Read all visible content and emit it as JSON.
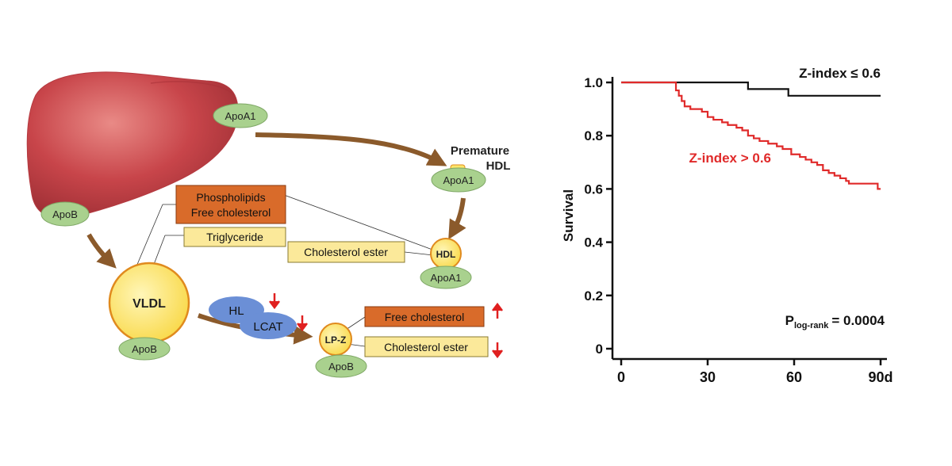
{
  "diagram": {
    "liver": {
      "apoa1_label": "ApoA1",
      "apob_label": "ApoB"
    },
    "premature_hdl": {
      "label_line1": "Premature",
      "label_line2": "HDL",
      "apo_label": "ApoA1"
    },
    "boxes": {
      "phospholipids": "Phospholipids",
      "free_cholesterol_1": "Free cholesterol",
      "triglyceride": "Triglyceride",
      "cholesterol_ester_1": "Cholesterol ester",
      "free_cholesterol_2": "Free cholesterol",
      "cholesterol_ester_2": "Cholesterol ester"
    },
    "hdl": {
      "label": "HDL",
      "apo_label": "ApoA1"
    },
    "vldl": {
      "label": "VLDL",
      "apo_label": "ApoB"
    },
    "enzymes": {
      "hl": "HL",
      "lcat": "LCAT"
    },
    "lpz": {
      "label": "LP-Z",
      "apo_label": "ApoB"
    },
    "colors": {
      "liver": "#c8454a",
      "arrow": "#8b5a2b",
      "apo": "#a9d18e",
      "particle": "#fde66b",
      "particle_border": "#e08a1e",
      "orange_box": "#d96b2a",
      "yellow_box": "#fbe99a",
      "enzyme": "#6b8fd6",
      "red_arrow": "#e02020"
    }
  },
  "chart_data": {
    "type": "line",
    "ylabel": "Survival",
    "xlabel": "",
    "xlim": [
      0,
      90
    ],
    "ylim": [
      0,
      1.0
    ],
    "x_ticks": [
      "0",
      "30",
      "60",
      "90d"
    ],
    "y_ticks": [
      "0",
      "0.2",
      "0.4",
      "0.6",
      "0.8",
      "1.0"
    ],
    "series": [
      {
        "name": "Z-index ≤ 0.6",
        "color": "#111111",
        "x": [
          0,
          44,
          44,
          58,
          58,
          90
        ],
        "y": [
          1.0,
          1.0,
          0.975,
          0.975,
          0.95,
          0.95
        ]
      },
      {
        "name": "Z-index > 0.6",
        "color": "#e02a2a",
        "x": [
          0,
          18,
          19,
          20,
          21,
          22,
          24,
          28,
          30,
          32,
          35,
          37,
          40,
          42,
          44,
          46,
          48,
          51,
          54,
          56,
          59,
          62,
          64,
          66,
          68,
          70,
          72,
          74,
          76,
          78,
          79,
          88,
          89,
          90
        ],
        "y": [
          1.0,
          1.0,
          0.97,
          0.95,
          0.93,
          0.91,
          0.9,
          0.89,
          0.87,
          0.86,
          0.85,
          0.84,
          0.83,
          0.82,
          0.8,
          0.79,
          0.78,
          0.77,
          0.76,
          0.75,
          0.73,
          0.72,
          0.71,
          0.7,
          0.69,
          0.67,
          0.66,
          0.65,
          0.64,
          0.63,
          0.62,
          0.62,
          0.6,
          0.6
        ]
      }
    ],
    "annotation": {
      "p_main": "P",
      "p_sub": "log-rank",
      "p_value": "= 0.0004"
    }
  }
}
